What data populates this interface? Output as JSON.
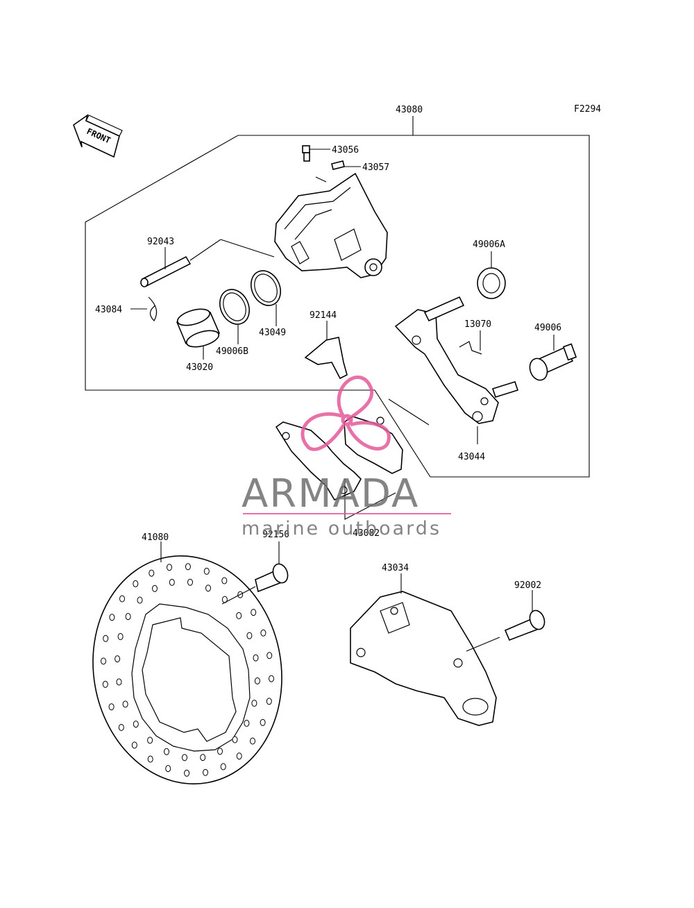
{
  "figure_code": "F2294",
  "front_arrow_label": "FRONT",
  "parts": {
    "caliper_assy": "43080",
    "bleeder_valve": "43056",
    "bleeder_cap": "43057",
    "pin_92043": "92043",
    "clip_43084": "43084",
    "piston": "43020",
    "dust_seal": "49006B",
    "piston_seal": "43049",
    "pad_spring": "92144",
    "boot_a": "49006A",
    "pad_clip": "13070",
    "boot": "49006",
    "caliper_bracket": "43044",
    "brake_pads": "43082",
    "disc": "41080",
    "disc_bolt": "92150",
    "holder": "43034",
    "holder_bolt": "92002"
  },
  "watermark": {
    "title": "ARMADA",
    "subtitle": "marine outboards",
    "accent_color": "#e45a9a",
    "text_color": "#6f6f6f"
  }
}
